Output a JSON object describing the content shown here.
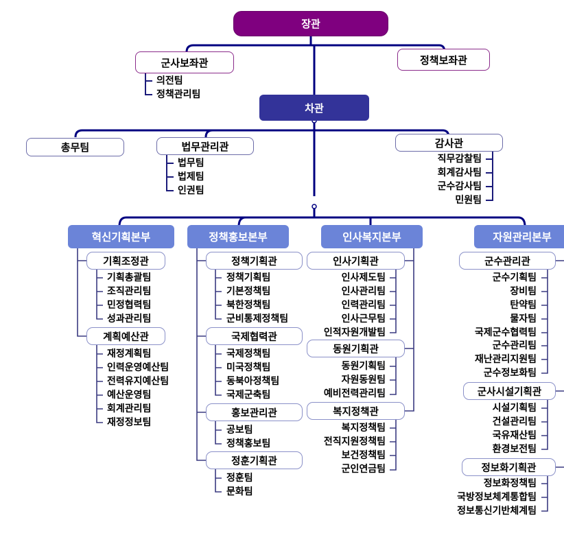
{
  "title": "국방부 조직도",
  "colors": {
    "minister": "#7f007f",
    "vice_minister": "#333399",
    "headquarters": "#6b84d8",
    "connector": "#000080"
  },
  "minister": "장관",
  "vice_minister": "차관",
  "advisors": {
    "military": {
      "label": "군사보좌관",
      "teams": [
        "의전팀",
        "정책관리팀"
      ]
    },
    "policy": {
      "label": "정책보좌관"
    }
  },
  "vice_offices": {
    "general_affairs": {
      "label": "총무팀"
    },
    "legal": {
      "label": "법무관리관",
      "teams": [
        "법무팀",
        "법제팀",
        "인권팀"
      ]
    },
    "audit": {
      "label": "감사관",
      "teams": [
        "직무감찰팀",
        "회계감사팀",
        "군수감사팀",
        "민원팀"
      ]
    }
  },
  "headquarters": [
    {
      "label": "혁신기획본부",
      "offices": [
        {
          "label": "기획조정관",
          "teams": [
            "기획총괄팀",
            "조직관리팀",
            "민정협력팀",
            "성과관리팀"
          ]
        },
        {
          "label": "계획예산관",
          "teams": [
            "재정계획팀",
            "인력운영예산팀",
            "전력유지예산팀",
            "예산운영팀",
            "회계관리팀",
            "재정정보팀"
          ]
        }
      ]
    },
    {
      "label": "정책홍보본부",
      "offices": [
        {
          "label": "정책기획관",
          "teams": [
            "정책기획팀",
            "기본정책팀",
            "북한정책팀",
            "군비통제정책팀"
          ]
        },
        {
          "label": "국제협력관",
          "teams": [
            "국제정책팀",
            "미국정책팀",
            "동북아정책팀",
            "국제군축팀"
          ]
        },
        {
          "label": "홍보관리관",
          "teams": [
            "공보팀",
            "정책홍보팀"
          ]
        },
        {
          "label": "정훈기획관",
          "teams": [
            "정훈팀",
            "문화팀"
          ]
        }
      ]
    },
    {
      "label": "인사복지본부",
      "offices": [
        {
          "label": "인사기획관",
          "teams": [
            "인사제도팀",
            "인사관리팀",
            "인력관리팀",
            "인사근무팀",
            "인적자원개발팀"
          ]
        },
        {
          "label": "동원기획관",
          "teams": [
            "동원기획팀",
            "자원동원팀",
            "예비전력관리팀"
          ]
        },
        {
          "label": "복지정책관",
          "teams": [
            "복지정책팀",
            "전직지원정책팀",
            "보건정책팀",
            "군인연금팀"
          ]
        }
      ]
    },
    {
      "label": "자원관리본부",
      "offices": [
        {
          "label": "군수관리관",
          "teams": [
            "군수기획팀",
            "장비팀",
            "탄약팀",
            "물자팀",
            "국제군수협력팀",
            "군수관리팀",
            "재난관리지원팀",
            "군수정보화팀"
          ]
        },
        {
          "label": "군사시설기획관",
          "teams": [
            "시설기획팀",
            "건설관리팀",
            "국유재산팀",
            "환경보전팀"
          ]
        },
        {
          "label": "정보화기획관",
          "teams": [
            "정보화정책팀",
            "국방정보체계통합팀",
            "정보통신기반체계팀"
          ]
        }
      ]
    }
  ]
}
